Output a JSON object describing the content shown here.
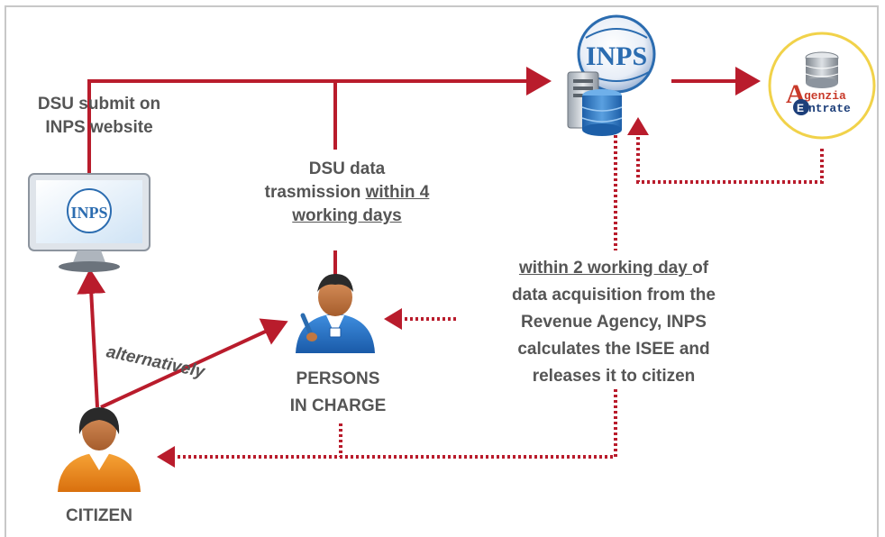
{
  "labels": {
    "dsu_submit_line1": "DSU submit on",
    "dsu_submit_line2": "INPS website",
    "transmission_line1": "DSU data",
    "transmission_line2a": "trasmission ",
    "transmission_line2b": "within 4",
    "transmission_line3": "working days",
    "acq_line1a": "within 2 working day ",
    "acq_line1b": "of",
    "acq_line2": "data acquisition from the",
    "acq_line3": "Revenue Agency, INPS",
    "acq_line4": "calculates the ISEE and",
    "acq_line5": "releases it to citizen",
    "alternatively": "alternatively",
    "persons_line1": "PERSONS",
    "persons_line2": "IN CHARGE",
    "citizen": "CITIZEN"
  },
  "logos": {
    "inps": "INPS",
    "monitor_inps": "INPS",
    "agenzia_top": "genzia",
    "agenzia_bottom": "ntrate",
    "agenzia_letter_a": "A",
    "agenzia_letter_e": "E"
  },
  "colors": {
    "arrow": "#b91c2c",
    "text": "#555555",
    "inps_blue": "#2b6cb0",
    "agenzia_ring": "#f1d24a"
  }
}
